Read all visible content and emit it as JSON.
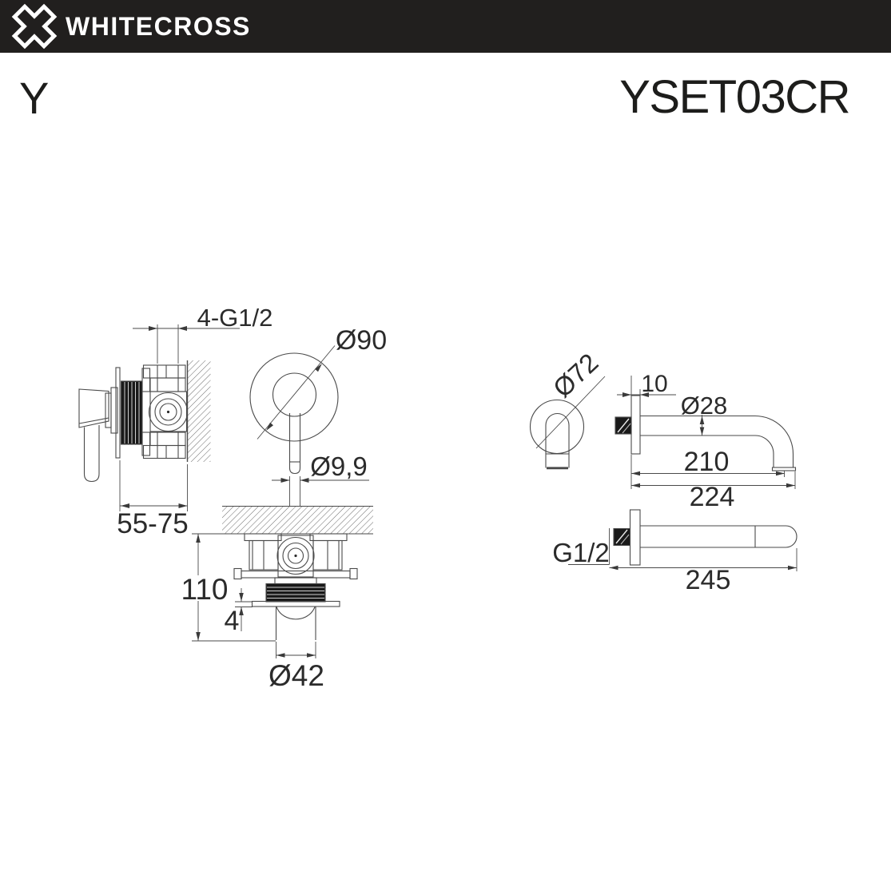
{
  "header": {
    "brand": "WHITECROSS",
    "logo_icon": "whitecross-x-icon",
    "bg_color": "#211f1e",
    "text_color": "#ffffff"
  },
  "title": {
    "series": "Y",
    "model": "YSET03CR"
  },
  "drawing": {
    "line_color": "#4a4a4a",
    "dark_fill": "#191919",
    "text_color": "#2b2b2b",
    "views": {
      "mixer_side": {
        "dim_ports": "4-G1/2",
        "dim_depth": "55-75"
      },
      "mixer_front": {
        "dim_escutcheon": "Ø90",
        "dim_handle": "Ø9,9"
      },
      "mixer_section": {
        "dim_height": "110",
        "dim_plate_gap": "4",
        "dim_sleeve": "Ø42"
      },
      "spout_front": {
        "dim_escutcheon": "Ø72"
      },
      "spout_side": {
        "dim_flange_depth": "10",
        "dim_tube": "Ø28",
        "dim_reach": "210",
        "dim_total": "224"
      },
      "spout_top": {
        "dim_thread": "G1/2",
        "dim_length": "245"
      }
    }
  }
}
